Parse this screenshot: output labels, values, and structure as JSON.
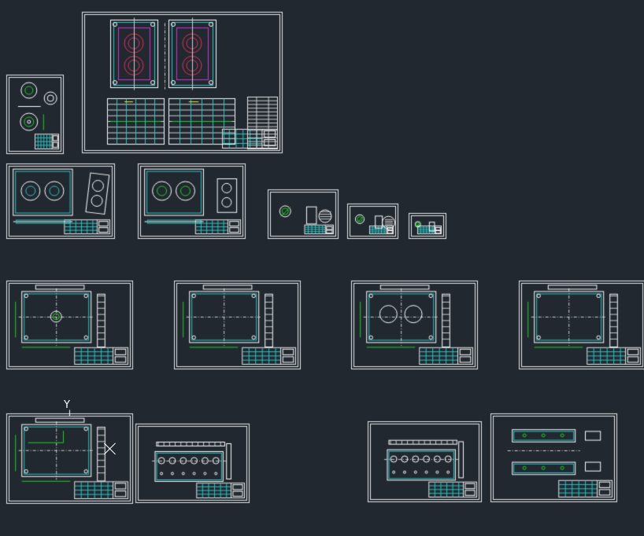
{
  "workspace": {
    "background": "#212830",
    "colors": {
      "frame": "#e8e8e8",
      "detail": "#ffffff",
      "dim": "#cfcfcf",
      "hidden": "#2ec4c4",
      "green": "#20d020",
      "red": "#e8305a",
      "magenta": "#cc33cc",
      "yellow": "#e8e830"
    }
  },
  "ucs": {
    "y_label": "Y"
  },
  "sheets": [
    {
      "id": "assembly",
      "kind": "assembly"
    },
    {
      "id": "part-gear-small",
      "kind": "gear"
    },
    {
      "id": "part-cavity-plate-left",
      "kind": "cavity-plate"
    },
    {
      "id": "part-cavity-plate-right",
      "kind": "core-plate"
    },
    {
      "id": "part-insert-a",
      "kind": "insert"
    },
    {
      "id": "part-insert-b",
      "kind": "insert-small"
    },
    {
      "id": "part-insert-c",
      "kind": "insert-tiny"
    },
    {
      "id": "part-plate-1",
      "kind": "plate-center-hole"
    },
    {
      "id": "part-plate-2",
      "kind": "plate"
    },
    {
      "id": "part-plate-3",
      "kind": "plate-two-holes"
    },
    {
      "id": "part-plate-4",
      "kind": "plate"
    },
    {
      "id": "part-plate-5",
      "kind": "plate-steps"
    },
    {
      "id": "part-strip-1",
      "kind": "strip-holes"
    },
    {
      "id": "part-strip-2",
      "kind": "strip-holes"
    },
    {
      "id": "part-rail",
      "kind": "rail"
    }
  ]
}
